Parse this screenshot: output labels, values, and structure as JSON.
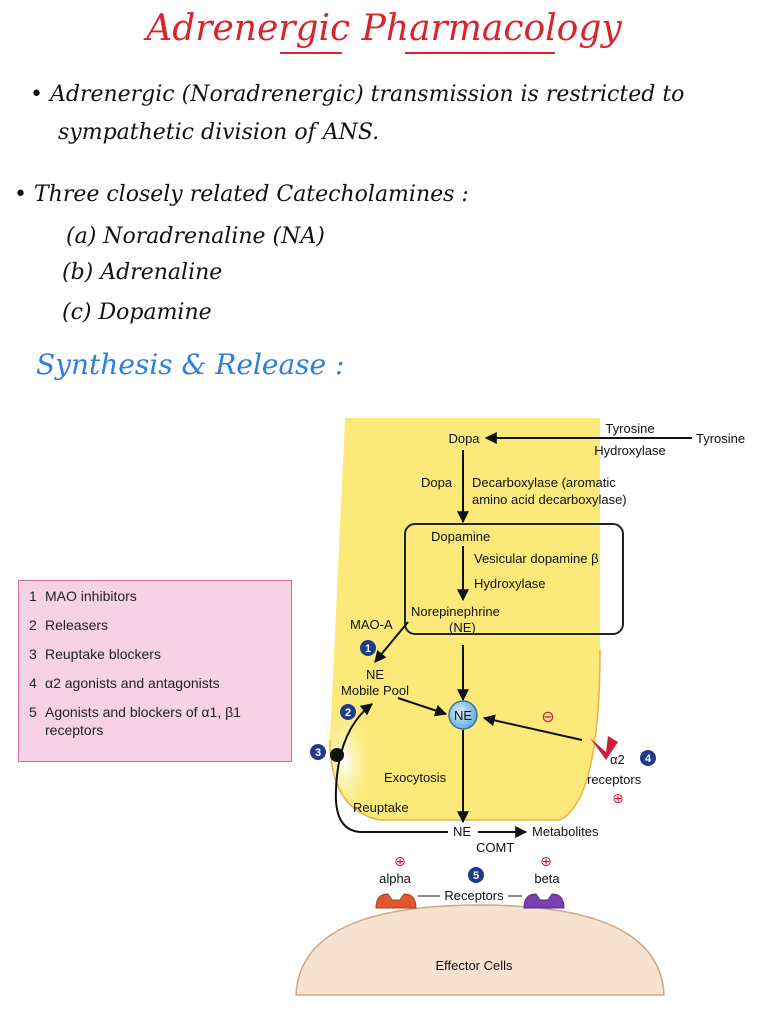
{
  "title": "Adrenergic Pharmacology",
  "notes": {
    "bullet1_line1": "• Adrenergic (Noradrenergic) transmission is restricted to",
    "bullet1_line2": "sympathetic division of ANS.",
    "bullet2": "• Three closely related Catecholamines :",
    "item_a": "(a) Noradrenaline (NA)",
    "item_b": "(b) Adrenaline",
    "item_c": "(c) Dopamine"
  },
  "section_heading": "Synthesis & Release :",
  "legend": [
    {
      "num": "1",
      "text": "MAO inhibitors"
    },
    {
      "num": "2",
      "text": "Releasers"
    },
    {
      "num": "3",
      "text": "Reuptake blockers"
    },
    {
      "num": "4",
      "text": "α2 agonists and antagonists"
    },
    {
      "num": "5",
      "text": "Agonists and blockers of α1, β1 receptors"
    }
  ],
  "diagram": {
    "tyrosine_out": "Tyrosine",
    "enzyme1_line1": "Tyrosine",
    "enzyme1_line2": "Hydroxylase",
    "dopa": "Dopa",
    "dopa_label": "Dopa",
    "enzyme2_line1": "Decarboxylase (aromatic",
    "enzyme2_line2": "amino acid decarboxylase)",
    "dopamine": "Dopamine",
    "enzyme3_line1": "Vesicular dopamine β",
    "enzyme3_line2": "Hydroxylase",
    "ne_line1": "Norepinephrine",
    "ne_line2": "(NE)",
    "mao": "MAO-A",
    "mobile1": "NE",
    "mobile2": "Mobile Pool",
    "ne_circle": "NE",
    "exocytosis": "Exocytosis",
    "reuptake": "Reuptake",
    "ne_cleft": "NE",
    "metabolites": "Metabolites",
    "comt": "COMT",
    "alpha2": "α2",
    "receptors_a2": "receptors",
    "alpha": "alpha",
    "beta": "beta",
    "receptors": "Receptors",
    "effector": "Effector Cells",
    "minus": "⊖",
    "plus": "⊕",
    "badges": [
      "1",
      "2",
      "3",
      "4",
      "5"
    ]
  }
}
